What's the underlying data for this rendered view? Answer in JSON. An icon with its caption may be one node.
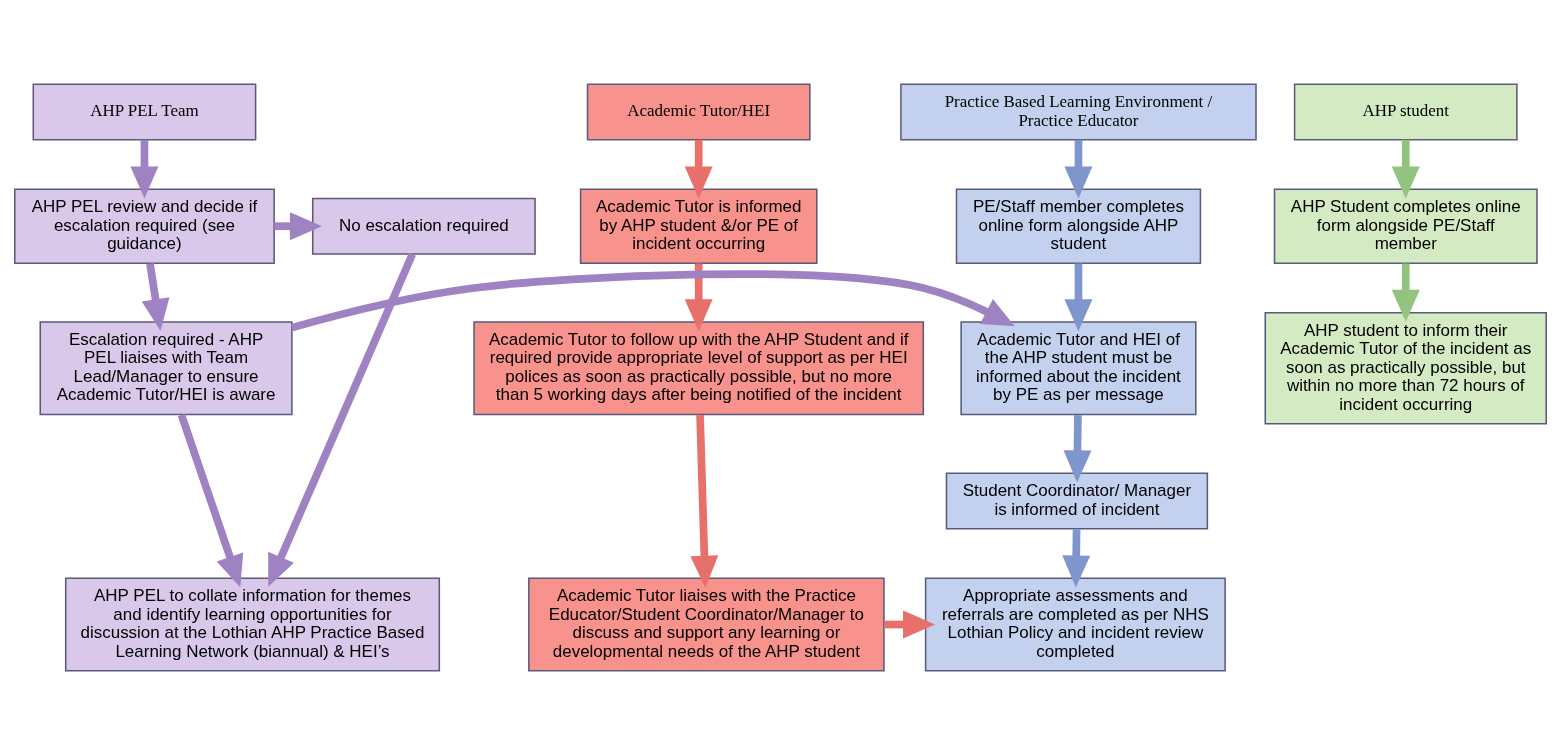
{
  "diagram": {
    "nodes": [
      {
        "text": [
          "AHP PEL Team"
        ]
      },
      {
        "text": [
          "Practice Based Learning Environment / Practice Educator"
        ]
      },
      {
        "text": [
          "Academic Tutor/HEI"
        ]
      },
      {
        "text": [
          "AHP student"
        ]
      },
      {
        "text": [
          "No escalation required"
        ]
      },
      {
        "text": [
          "AHP PEL review and decide if escalation required (see guidance)"
        ]
      },
      {
        "text": [
          "PE/Staff member completes online form alongside AHP student"
        ]
      },
      {
        "text": [
          "Academic Tutor is informed by AHP student &/or PE of incident occurring"
        ]
      },
      {
        "text": [
          "AHP Student completes online form alongside PE/Staff member"
        ]
      },
      {
        "text": [
          "Escalation required - AHP PEL liaises with Team Lead/Manager to ensure Academic Tutor/HEI is aware"
        ]
      },
      {
        "text": [
          "Academic Tutor and HEI of the AHP student must be informed about the incident by PE as per message"
        ]
      },
      {
        "text": [
          "Academic Tutor to follow up with the AHP Student and if required provide appropriate level of support as per HEI polices as soon as practically possible, but no more than 5 working days after being notified of the incident"
        ]
      },
      {
        "text": [
          "AHP student to inform their Academic Tutor of the incident as soon as practically possible, but within no more than 72 hours of incident occurring"
        ]
      },
      {
        "text": [
          "Student Coordinator/ Manager is informed of incident"
        ]
      },
      {
        "text": [
          "AHP PEL to collate information for themes and identify learning opportunities for discussion at the Lothian AHP Practice Based Learning Network (biannual) & HEI’s"
        ]
      },
      {
        "text": [
          "Appropriate assessments and referrals are completed as per NHS Lothian Policy and incident review completed"
        ]
      },
      {
        "text": [
          "Academic Tutor liaises with the Practice Educator/Student Coordinator/Manager to discuss and support any learning or developmental needs of the AHP student"
        ]
      }
    ],
    "edges": [
      {
        "from": 0,
        "to": 5,
        "arrow": "to",
        "color": "#9f82c2"
      },
      {
        "from": 5,
        "to": 4,
        "arrow": "to",
        "color": "#9f82c2"
      },
      {
        "from": 5,
        "to": 9,
        "arrow": "to",
        "color": "#9f82c2"
      },
      {
        "from": 9,
        "to": 14,
        "arrow": "to",
        "color": "#9f82c2"
      },
      {
        "from": 4,
        "to": 14,
        "arrow": "to",
        "color": "#9f82c2"
      },
      {
        "from": 9,
        "to": 10,
        "arrow": "to",
        "color": "#9f82c2"
      },
      {
        "from": 1,
        "to": 6,
        "arrow": "to",
        "color": "#7f96cc"
      },
      {
        "from": 6,
        "to": 10,
        "arrow": "to",
        "color": "#7f96cc"
      },
      {
        "from": 10,
        "to": 13,
        "arrow": "to",
        "color": "#7f96cc"
      },
      {
        "from": 13,
        "to": 15,
        "arrow": "to",
        "color": "#7f96cc"
      },
      {
        "from": 2,
        "to": 7,
        "arrow": "to",
        "color": "#e8706a"
      },
      {
        "from": 7,
        "to": 11,
        "arrow": "to",
        "color": "#e8706a"
      },
      {
        "from": 11,
        "to": 16,
        "arrow": "to",
        "color": "#e8706a"
      },
      {
        "from": 16,
        "to": 15,
        "arrow": "to",
        "color": "#e8706a"
      },
      {
        "from": 3,
        "to": 8,
        "arrow": "to",
        "color": "#93c47d"
      },
      {
        "from": 8,
        "to": 12,
        "arrow": "to",
        "color": "#93c47d"
      }
    ]
  }
}
